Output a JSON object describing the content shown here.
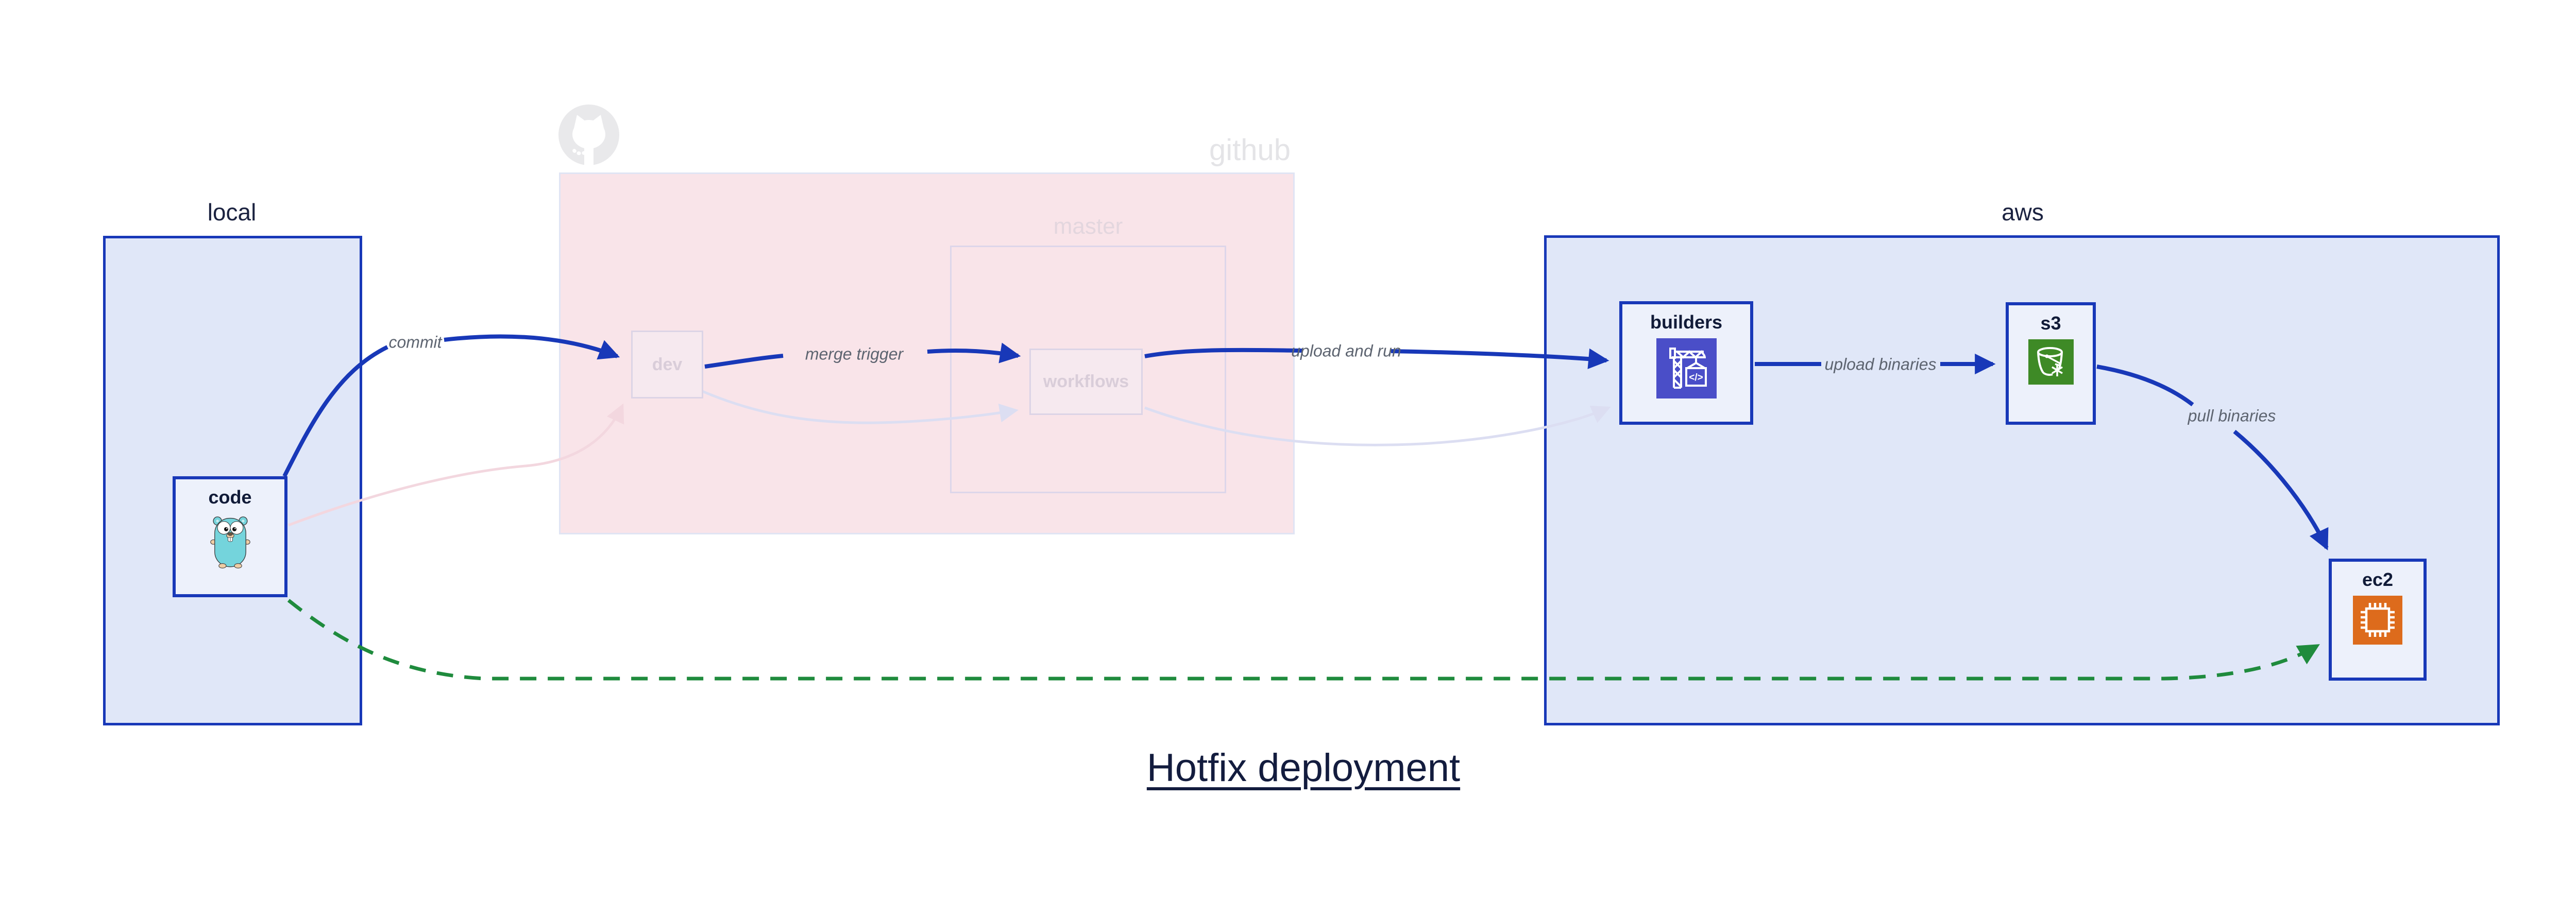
{
  "title": "Hotfix deployment",
  "groups": {
    "local": {
      "label": "local"
    },
    "github": {
      "label": "github"
    },
    "master": {
      "label": "master"
    },
    "aws": {
      "label": "aws"
    }
  },
  "nodes": {
    "code": {
      "label": "code",
      "icon": "go-gopher-icon"
    },
    "dev": {
      "label": "dev"
    },
    "workflows": {
      "label": "workflows"
    },
    "builders": {
      "label": "builders",
      "icon": "aws-codebuild-icon"
    },
    "s3": {
      "label": "s3",
      "icon": "aws-s3-icon"
    },
    "ec2": {
      "label": "ec2",
      "icon": "aws-ec2-icon"
    }
  },
  "edges": {
    "commit": {
      "label": "commit",
      "from": "code",
      "to": "dev",
      "style": "solid-blue"
    },
    "merge_trigger": {
      "label": "merge trigger",
      "from": "dev",
      "to": "workflows",
      "style": "solid-blue"
    },
    "upload_and_run": {
      "label": "upload and run",
      "from": "workflows",
      "to": "builders",
      "style": "solid-blue"
    },
    "upload_binaries": {
      "label": "upload binaries",
      "from": "builders",
      "to": "s3",
      "style": "solid-blue"
    },
    "pull_binaries": {
      "label": "pull binaries",
      "from": "s3",
      "to": "ec2",
      "style": "solid-blue"
    },
    "hotfix_path": {
      "label": "",
      "from": "code",
      "to": "ec2",
      "style": "dashed-green"
    },
    "code_to_dev_faded": {
      "label": "",
      "from": "code",
      "to": "dev",
      "style": "faded-pink"
    },
    "dev_to_workflows_faded": {
      "label": "",
      "from": "dev",
      "to": "workflows",
      "style": "faded-lavender"
    },
    "workflows_to_builders_faded": {
      "label": "",
      "from": "workflows",
      "to": "builders",
      "style": "faded-lavender"
    }
  },
  "colors": {
    "primary_blue": "#1838b8",
    "group_fill_blue": "#e0e7f8",
    "node_fill": "#edf1fb",
    "github_pink_fill": "#f9e4e9",
    "faded_border": "#dcd4e6",
    "faded_text": "#d9cdd9",
    "github_gray": "#e4e4e7",
    "edge_label_gray": "#5d6470",
    "hotfix_green": "#1f8b3d",
    "faded_pink_edge": "#f3d7df",
    "faded_lavender_edge": "#dcdef2",
    "codebuild_indigo": "#4a4ec8",
    "s3_green": "#3e8a26",
    "ec2_orange": "#dd6b1c",
    "gopher_teal": "#74d4dc",
    "title_navy": "#131c3e"
  }
}
